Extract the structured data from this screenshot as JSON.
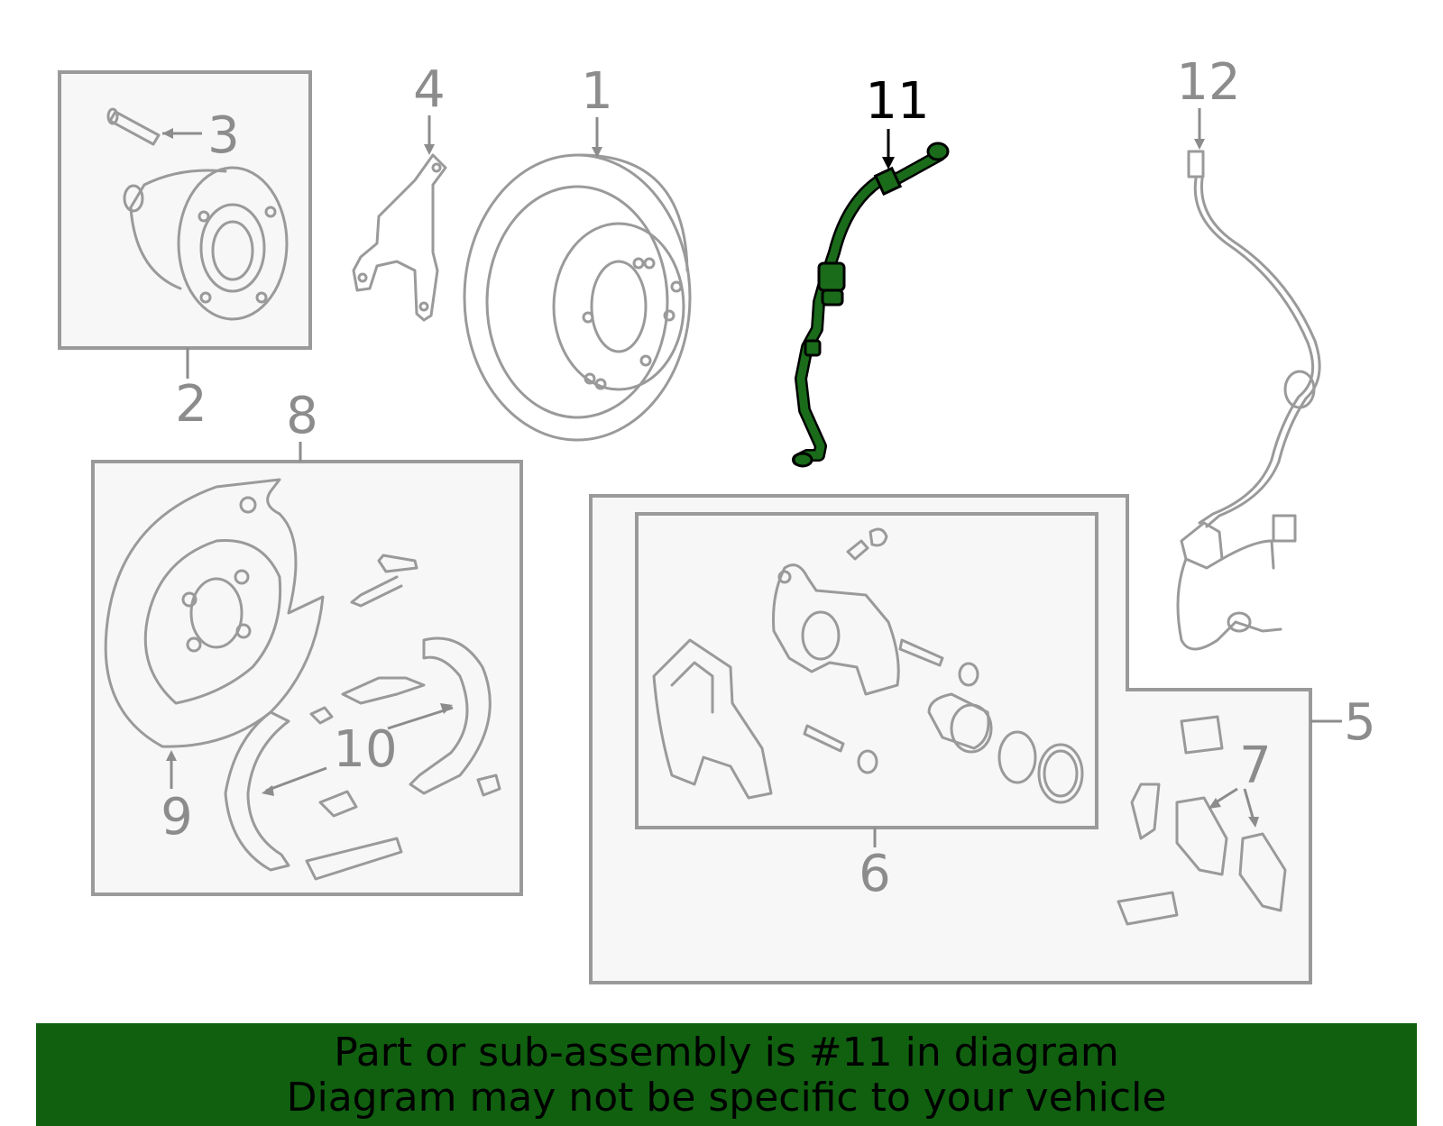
{
  "colors": {
    "highlight_part": "#1a6b1a",
    "banner_bg": "#106010",
    "line_gray": "#9a9a9a",
    "label_gray": "#8c8c8c"
  },
  "callouts": {
    "c1": "1",
    "c2": "2",
    "c3": "3",
    "c4": "4",
    "c5": "5",
    "c6": "6",
    "c7": "7",
    "c8": "8",
    "c9": "9",
    "c10": "10",
    "c11": "11",
    "c12": "12"
  },
  "highlighted_callout": "11",
  "banner": {
    "line1": "Part or sub-assembly is #11 in diagram",
    "line2": "Diagram may not be specific to your vehicle"
  }
}
